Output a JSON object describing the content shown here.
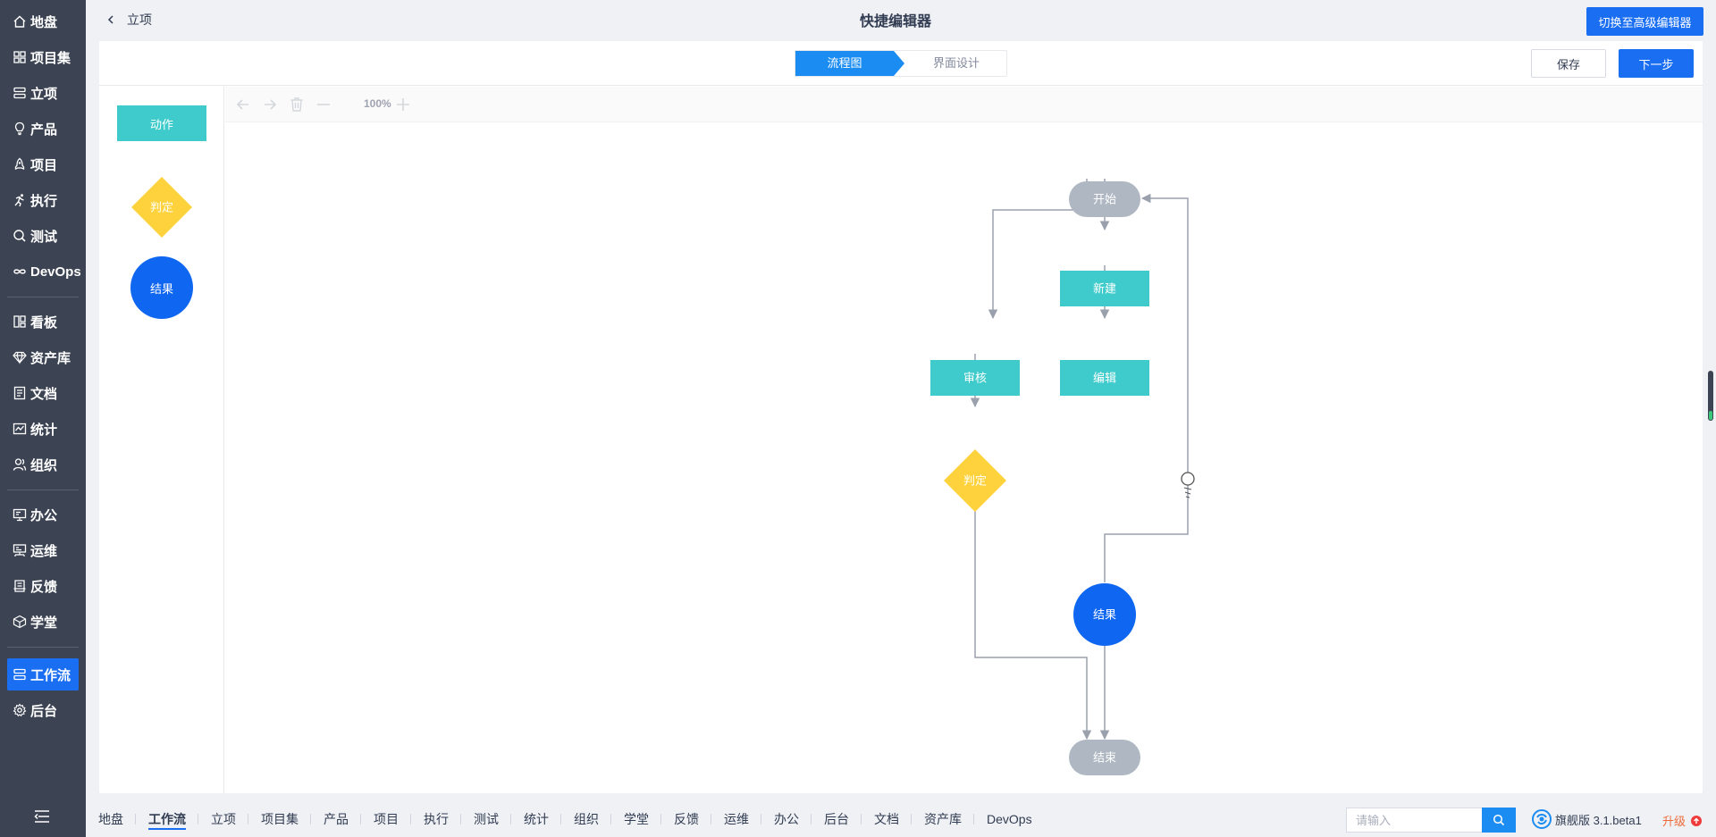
{
  "sidebar": {
    "items": [
      {
        "label": "地盘",
        "icon": "home-icon"
      },
      {
        "label": "项目集",
        "icon": "grid-icon"
      },
      {
        "label": "立项",
        "icon": "charter-icon"
      },
      {
        "label": "产品",
        "icon": "lightbulb-icon"
      },
      {
        "label": "项目",
        "icon": "rocket-icon"
      },
      {
        "label": "执行",
        "icon": "run-icon"
      },
      {
        "label": "测试",
        "icon": "test-icon"
      },
      {
        "label": "DevOps",
        "icon": "infinity-icon"
      },
      {
        "label": "看板",
        "icon": "kanban-icon"
      },
      {
        "label": "资产库",
        "icon": "diamond-icon"
      },
      {
        "label": "文档",
        "icon": "doc-icon"
      },
      {
        "label": "统计",
        "icon": "chart-icon"
      },
      {
        "label": "组织",
        "icon": "people-icon"
      },
      {
        "label": "办公",
        "icon": "office-icon"
      },
      {
        "label": "运维",
        "icon": "ops-icon"
      },
      {
        "label": "反馈",
        "icon": "feedback-icon"
      },
      {
        "label": "学堂",
        "icon": "school-icon"
      },
      {
        "label": "工作流",
        "icon": "workflow-icon"
      },
      {
        "label": "后台",
        "icon": "gear-icon"
      }
    ],
    "active": "工作流"
  },
  "header": {
    "back_label": "立项",
    "title": "快捷编辑器",
    "advanced_button": "切换至高级编辑器"
  },
  "toolbar": {
    "steps": [
      "流程图",
      "界面设计"
    ],
    "active_step": "流程图",
    "save_label": "保存",
    "next_label": "下一步"
  },
  "palette": {
    "action": "动作",
    "decision": "判定",
    "result": "结果"
  },
  "canvas_toolbar": {
    "zoom": "100%"
  },
  "flow": {
    "start": "开始",
    "create": "新建",
    "edit": "编辑",
    "review": "审核",
    "decision": "判定",
    "result": "结果",
    "end": "结束"
  },
  "colors": {
    "accent": "#1a6ef2",
    "action": "#3fcbcb",
    "decision": "#fdd23c",
    "result": "#0f66f0",
    "terminal": "#aeb7c2",
    "sidebar": "#3c4353"
  },
  "bottom_nav": {
    "items": [
      "地盘",
      "工作流",
      "立项",
      "项目集",
      "产品",
      "项目",
      "执行",
      "测试",
      "统计",
      "组织",
      "学堂",
      "反馈",
      "运维",
      "办公",
      "后台",
      "文档",
      "资产库",
      "DevOps"
    ],
    "active": "工作流"
  },
  "search": {
    "placeholder": "请输入"
  },
  "version": "旗舰版 3.1.beta1",
  "upgrade": "升级"
}
